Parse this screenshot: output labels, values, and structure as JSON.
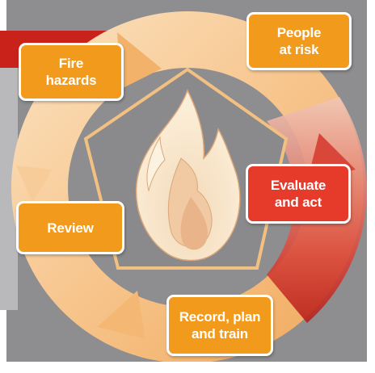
{
  "diagram": {
    "steps": [
      {
        "label": "Fire\nhazards",
        "color": "#f29a1c"
      },
      {
        "label": "People\nat risk",
        "color": "#f29a1c"
      },
      {
        "label": "Evaluate\nand act",
        "color": "#e63a2a"
      },
      {
        "label": "Record, plan\nand train",
        "color": "#f29a1c"
      },
      {
        "label": "Review",
        "color": "#f29a1c"
      }
    ],
    "colors": {
      "background": "#8e8e90",
      "cycle_arrow": "#f6c48a",
      "accent_red": "#c9221b",
      "pentagon": "#8a8a8c",
      "flame": "#f8e6c8"
    },
    "center_icon": "flame-icon"
  }
}
